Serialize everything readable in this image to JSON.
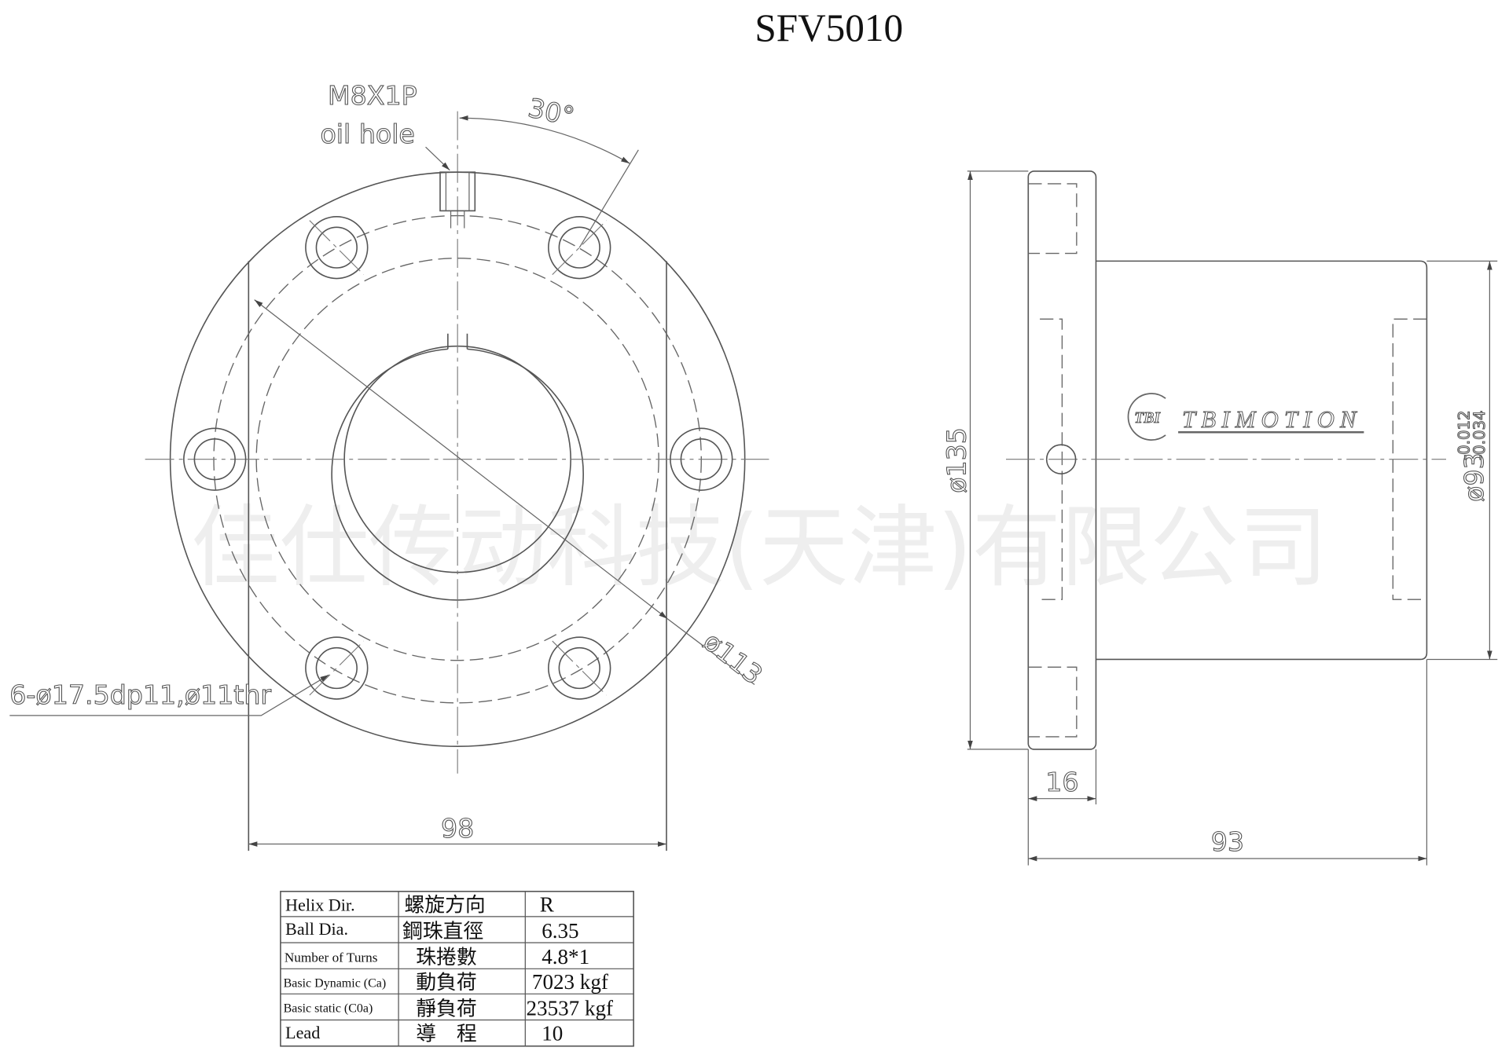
{
  "title": "SFV5010",
  "watermark": "佳仕传动科技(天津)有限公司",
  "front_view": {
    "oil_hole_thread": "M8X1P",
    "oil_hole_label": "oil hole",
    "angle": "30°",
    "pcd": "ø113",
    "holes": "6-ø17.5dp11,ø11thr",
    "width_flats": "98"
  },
  "side_view": {
    "flange_dia": "ø135",
    "body_dia": "ø93",
    "body_tol_upper": "-0.012",
    "body_tol_lower": "-0.034",
    "flange_thk": "16",
    "length": "93",
    "logo_mark": "TBI",
    "logo_text": "TBIMOTION"
  },
  "spec_table": [
    {
      "en": "Helix  Dir.",
      "zh": "螺旋方向",
      "value": "R"
    },
    {
      "en": "Ball Dia.",
      "zh": "鋼珠直徑",
      "value": "6.35"
    },
    {
      "en": "Number of Turns",
      "zh": "珠捲數",
      "value": "4.8*1"
    },
    {
      "en": "Basic Dynamic (Ca)",
      "zh": "動負荷",
      "value": "7023 kgf"
    },
    {
      "en": "Basic static (C0a)",
      "zh": "靜負荷",
      "value": "23537 kgf"
    },
    {
      "en": "Lead",
      "zh": "導　程",
      "value": "10"
    }
  ]
}
